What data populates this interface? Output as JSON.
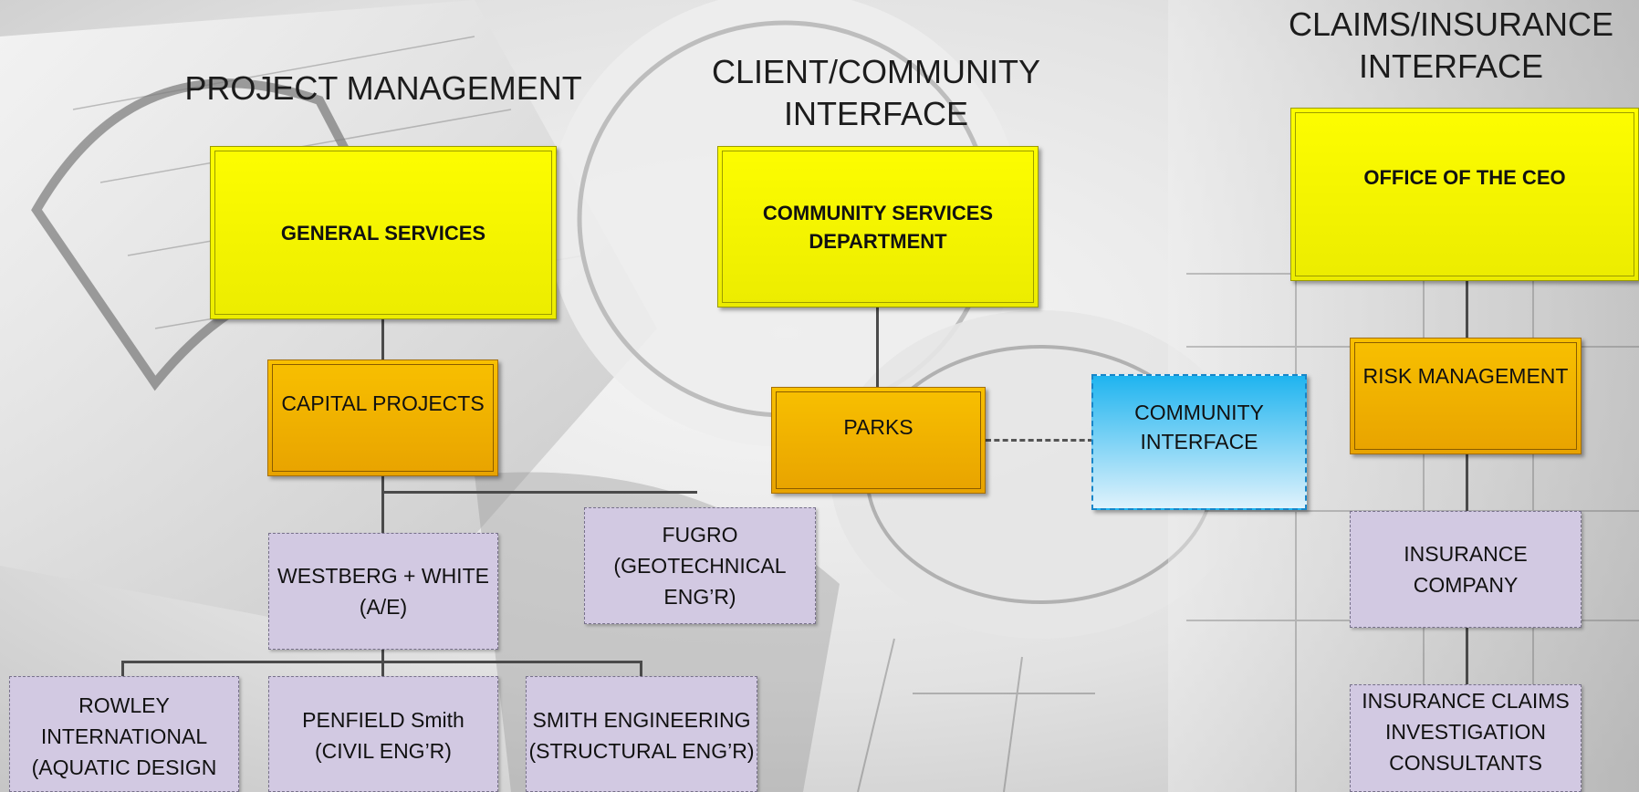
{
  "headings": {
    "project_management": "PROJECT MANAGEMENT",
    "client_community": "CLIENT/COMMUNITY INTERFACE",
    "claims_insurance": "CLAIMS/INSURANCE INTERFACE"
  },
  "nodes": {
    "general_services": "GENERAL SERVICES",
    "community_services_department": "COMMUNITY SERVICES DEPARTMENT",
    "office_of_the_ceo": "OFFICE OF THE CEO",
    "capital_projects": "CAPITAL PROJECTS",
    "parks": "PARKS",
    "community_interface": "COMMUNITY INTERFACE",
    "risk_management": "RISK MANAGEMENT",
    "fugro": "FUGRO (GEOTECHNICAL ENG’R)",
    "westberg_white": "WESTBERG + WHITE (A/E)",
    "insurance_company": "INSURANCE COMPANY",
    "rowley_international": "ROWLEY INTERNATIONAL (AQUATIC DESIGN",
    "penfield_smith": "PENFIELD Smith (CIVIL ENG’R)",
    "smith_engineering": "SMITH ENGINEERING (STRUCTURAL ENG’R)",
    "insurance_claims_consultants": "INSURANCE CLAIMS INVESTIGATION CONSULTANTS"
  },
  "colors": {
    "top_level": "#fdfd00",
    "department": "#f4b400",
    "consultant": "#d2c9e2",
    "external_interface": "#1fb4ef",
    "connector": "#4a4a4a"
  }
}
